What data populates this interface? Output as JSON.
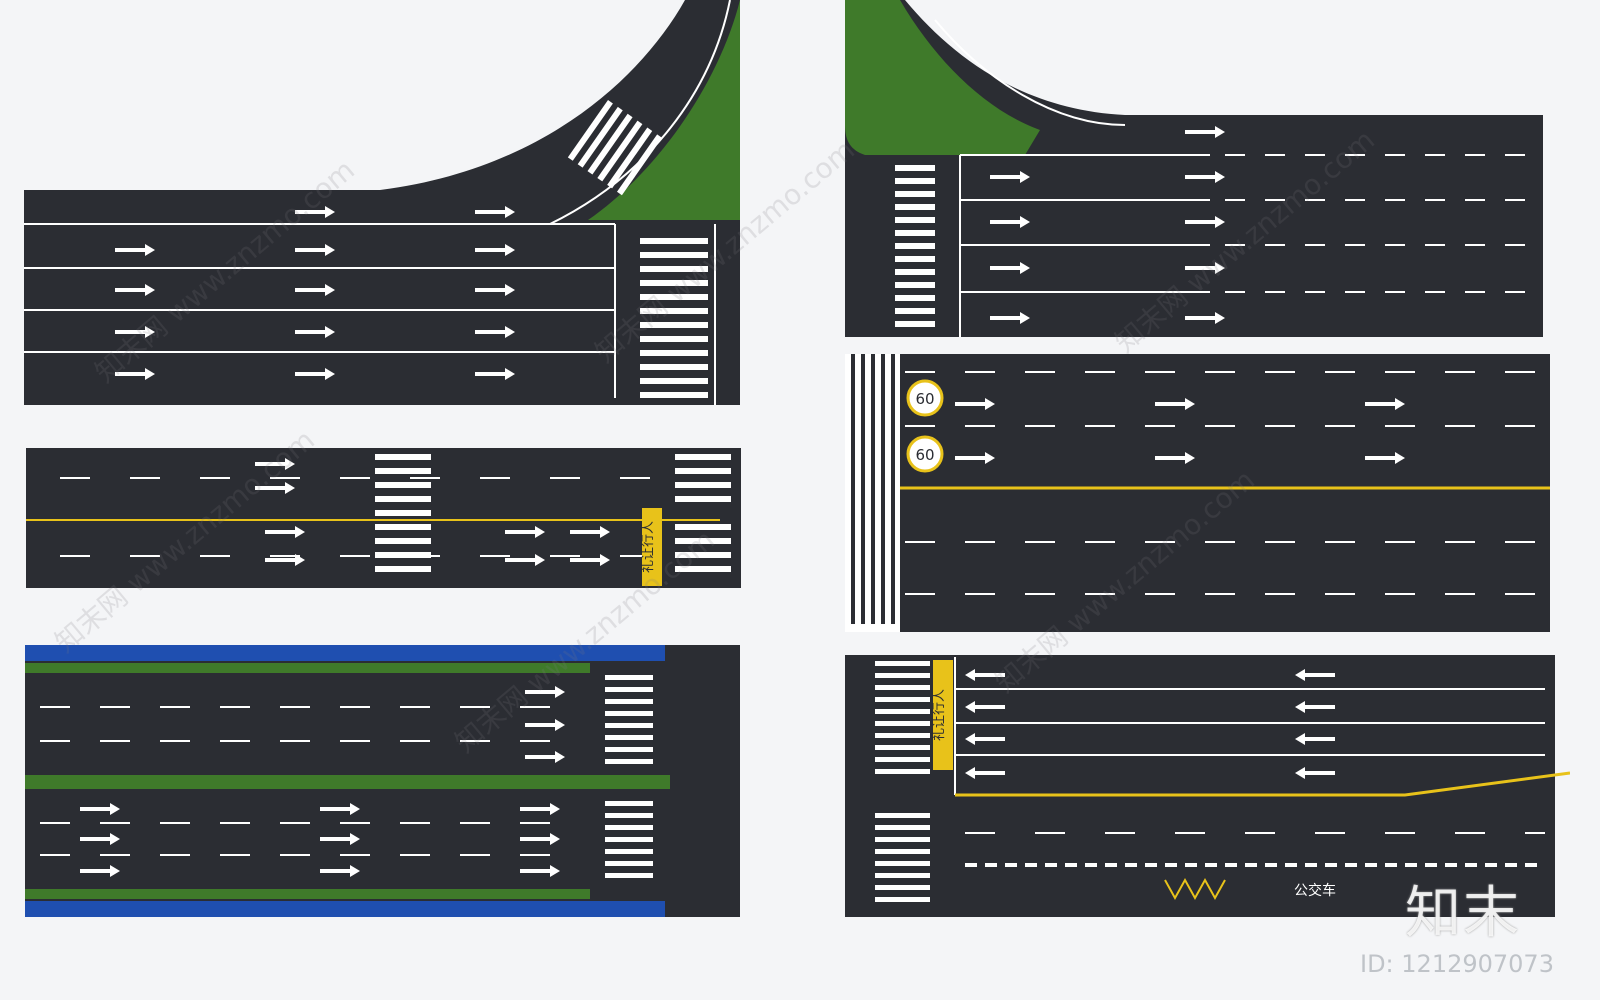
{
  "scene": {
    "road_color": "#2b2d33",
    "marking_white": "#ffffff",
    "marking_yellow": "#e8c21a",
    "grass": "#3f7a2a",
    "bike_lane_blue": "#1f4fb0",
    "background": "#f4f5f7"
  },
  "speed_limit": "60",
  "tile4": {
    "yield_text": "礼让行人"
  },
  "tile6": {
    "yield_text": "礼让行人",
    "road_text": "公交车"
  },
  "watermark": {
    "text": "知末网 www.znzmo.com"
  },
  "brand_mark": "知末",
  "image_id": "ID: 1212907073"
}
